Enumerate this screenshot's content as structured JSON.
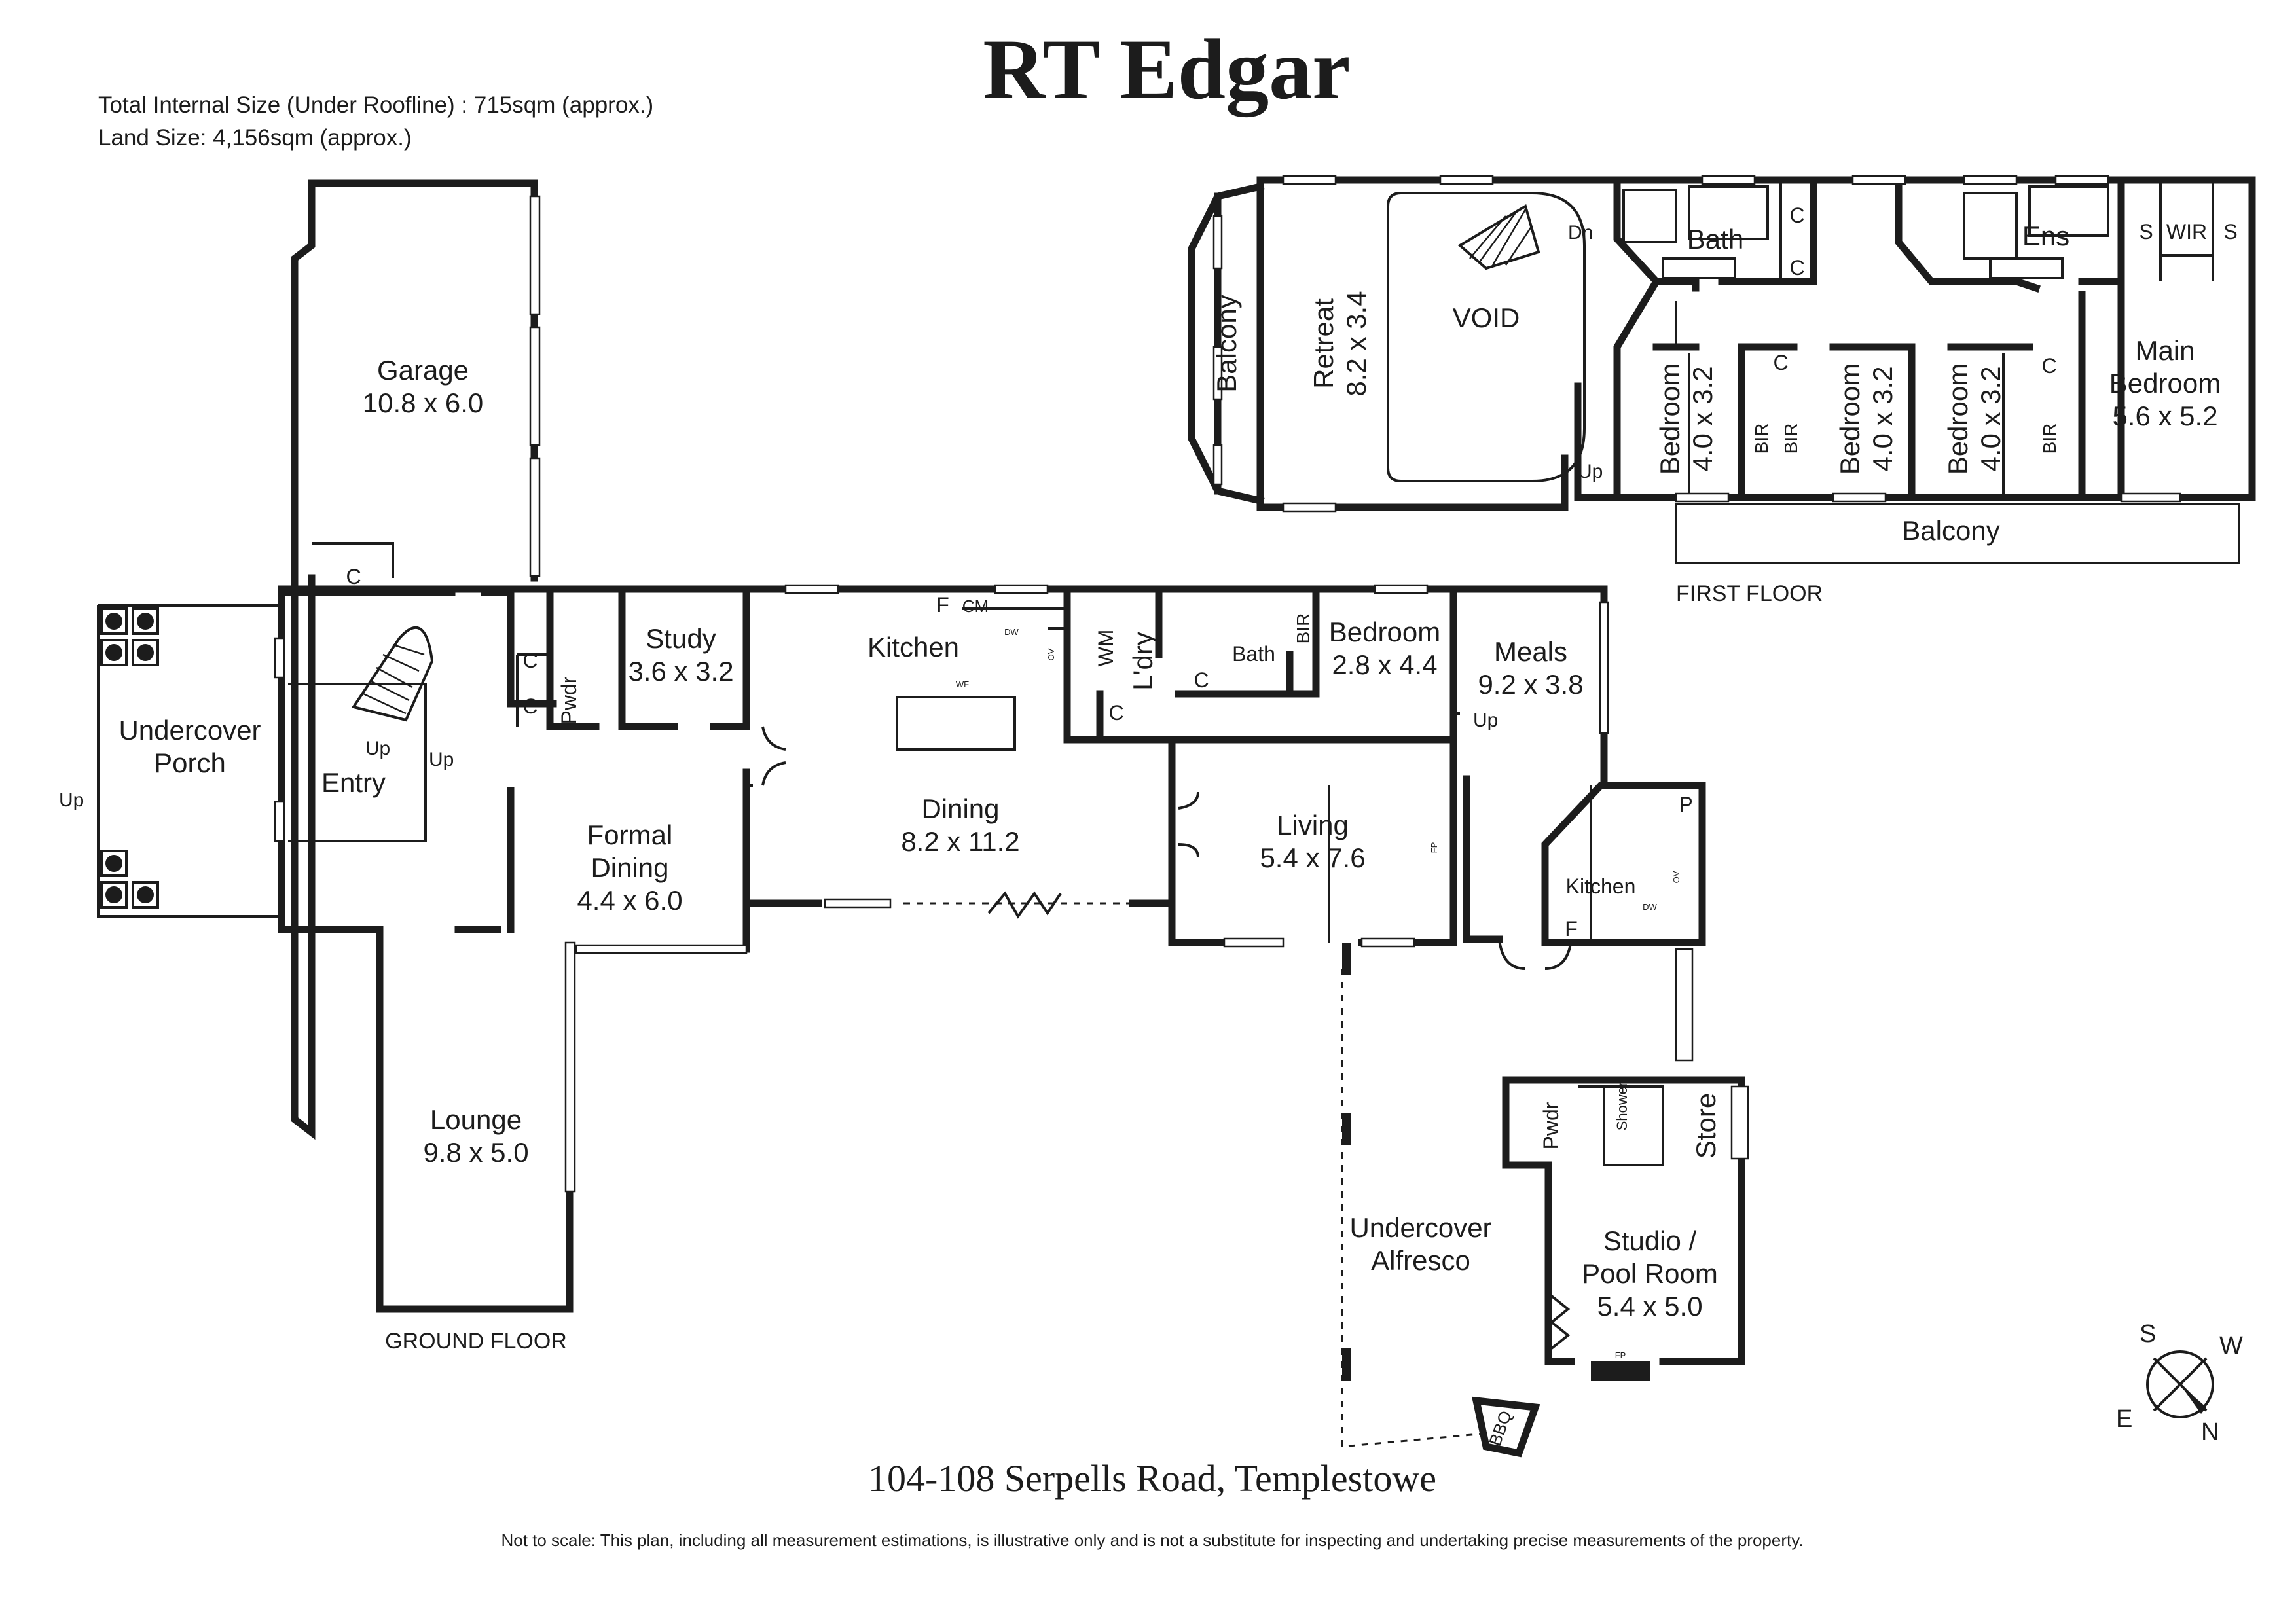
{
  "brand": {
    "name": "RT Edgar",
    "color": "#1b1f3b"
  },
  "summary": {
    "internal_size": "Total Internal Size (Under Roofline) : 715sqm (approx.)",
    "land_size": "Land Size: 4,156sqm (approx.)"
  },
  "address": "104-108 Serpells Road, Templestowe",
  "disclaimer": "Not to scale: This plan, including all measurement estimations, is illustrative only and is not a substitute for inspecting and undertaking precise measurements of the property.",
  "floors": {
    "ground": "GROUND FLOOR",
    "first": "FIRST FLOOR"
  },
  "compass": {
    "s": "S",
    "w": "W",
    "e": "E",
    "n": "N"
  },
  "ground_rooms": {
    "garage": [
      "Garage",
      "10.8 x 6.0"
    ],
    "porch": [
      "Undercover",
      "Porch"
    ],
    "entry": "Entry",
    "pwdr": "Pwdr",
    "study": [
      "Study",
      "3.6 x 3.2"
    ],
    "formal_dining": [
      "Formal",
      "Dining",
      "4.4 x 6.0"
    ],
    "lounge": [
      "Lounge",
      "9.8 x 5.0"
    ],
    "kitchen": "Kitchen",
    "dining": [
      "Dining",
      "8.2 x 11.2"
    ],
    "laundry": "L'dry",
    "bath": "Bath",
    "bedroom": [
      "Bedroom",
      "2.8 x 4.4"
    ],
    "meals": [
      "Meals",
      "9.2 x 3.8"
    ],
    "living": [
      "Living",
      "5.4 x 7.6"
    ],
    "kitchen2": "Kitchen",
    "alfresco": [
      "Undercover",
      "Alfresco"
    ],
    "pwdr2": "Pwdr",
    "shower": "Shower",
    "store": "Store",
    "studio": [
      "Studio /",
      "Pool Room",
      "5.4 x 5.0"
    ]
  },
  "first_rooms": {
    "balcony_side": "Balcony",
    "retreat": [
      "Retreat",
      "8.2 x 3.4"
    ],
    "void": "VOID",
    "bath": "Bath",
    "ens": "Ens",
    "wir": "WIR",
    "main_bedroom": [
      "Main",
      "Bedroom",
      "5.6 x 5.2"
    ],
    "bedroom_a": [
      "Bedroom",
      "4.0 x 3.2"
    ],
    "bedroom_b": [
      "Bedroom",
      "4.0 x 3.2"
    ],
    "bedroom_c": [
      "Bedroom",
      "4.0 x 3.2"
    ],
    "balcony": "Balcony"
  },
  "fixtures": {
    "c": "C",
    "s": "S",
    "f": "F",
    "p": "P",
    "cm": "CM",
    "wm": "WM",
    "bir": "BIR",
    "dw": "DW",
    "ov": "OV",
    "wf": "WF",
    "fp": "FP",
    "bbq": "BBQ",
    "up": "Up",
    "dn": "Dn"
  }
}
